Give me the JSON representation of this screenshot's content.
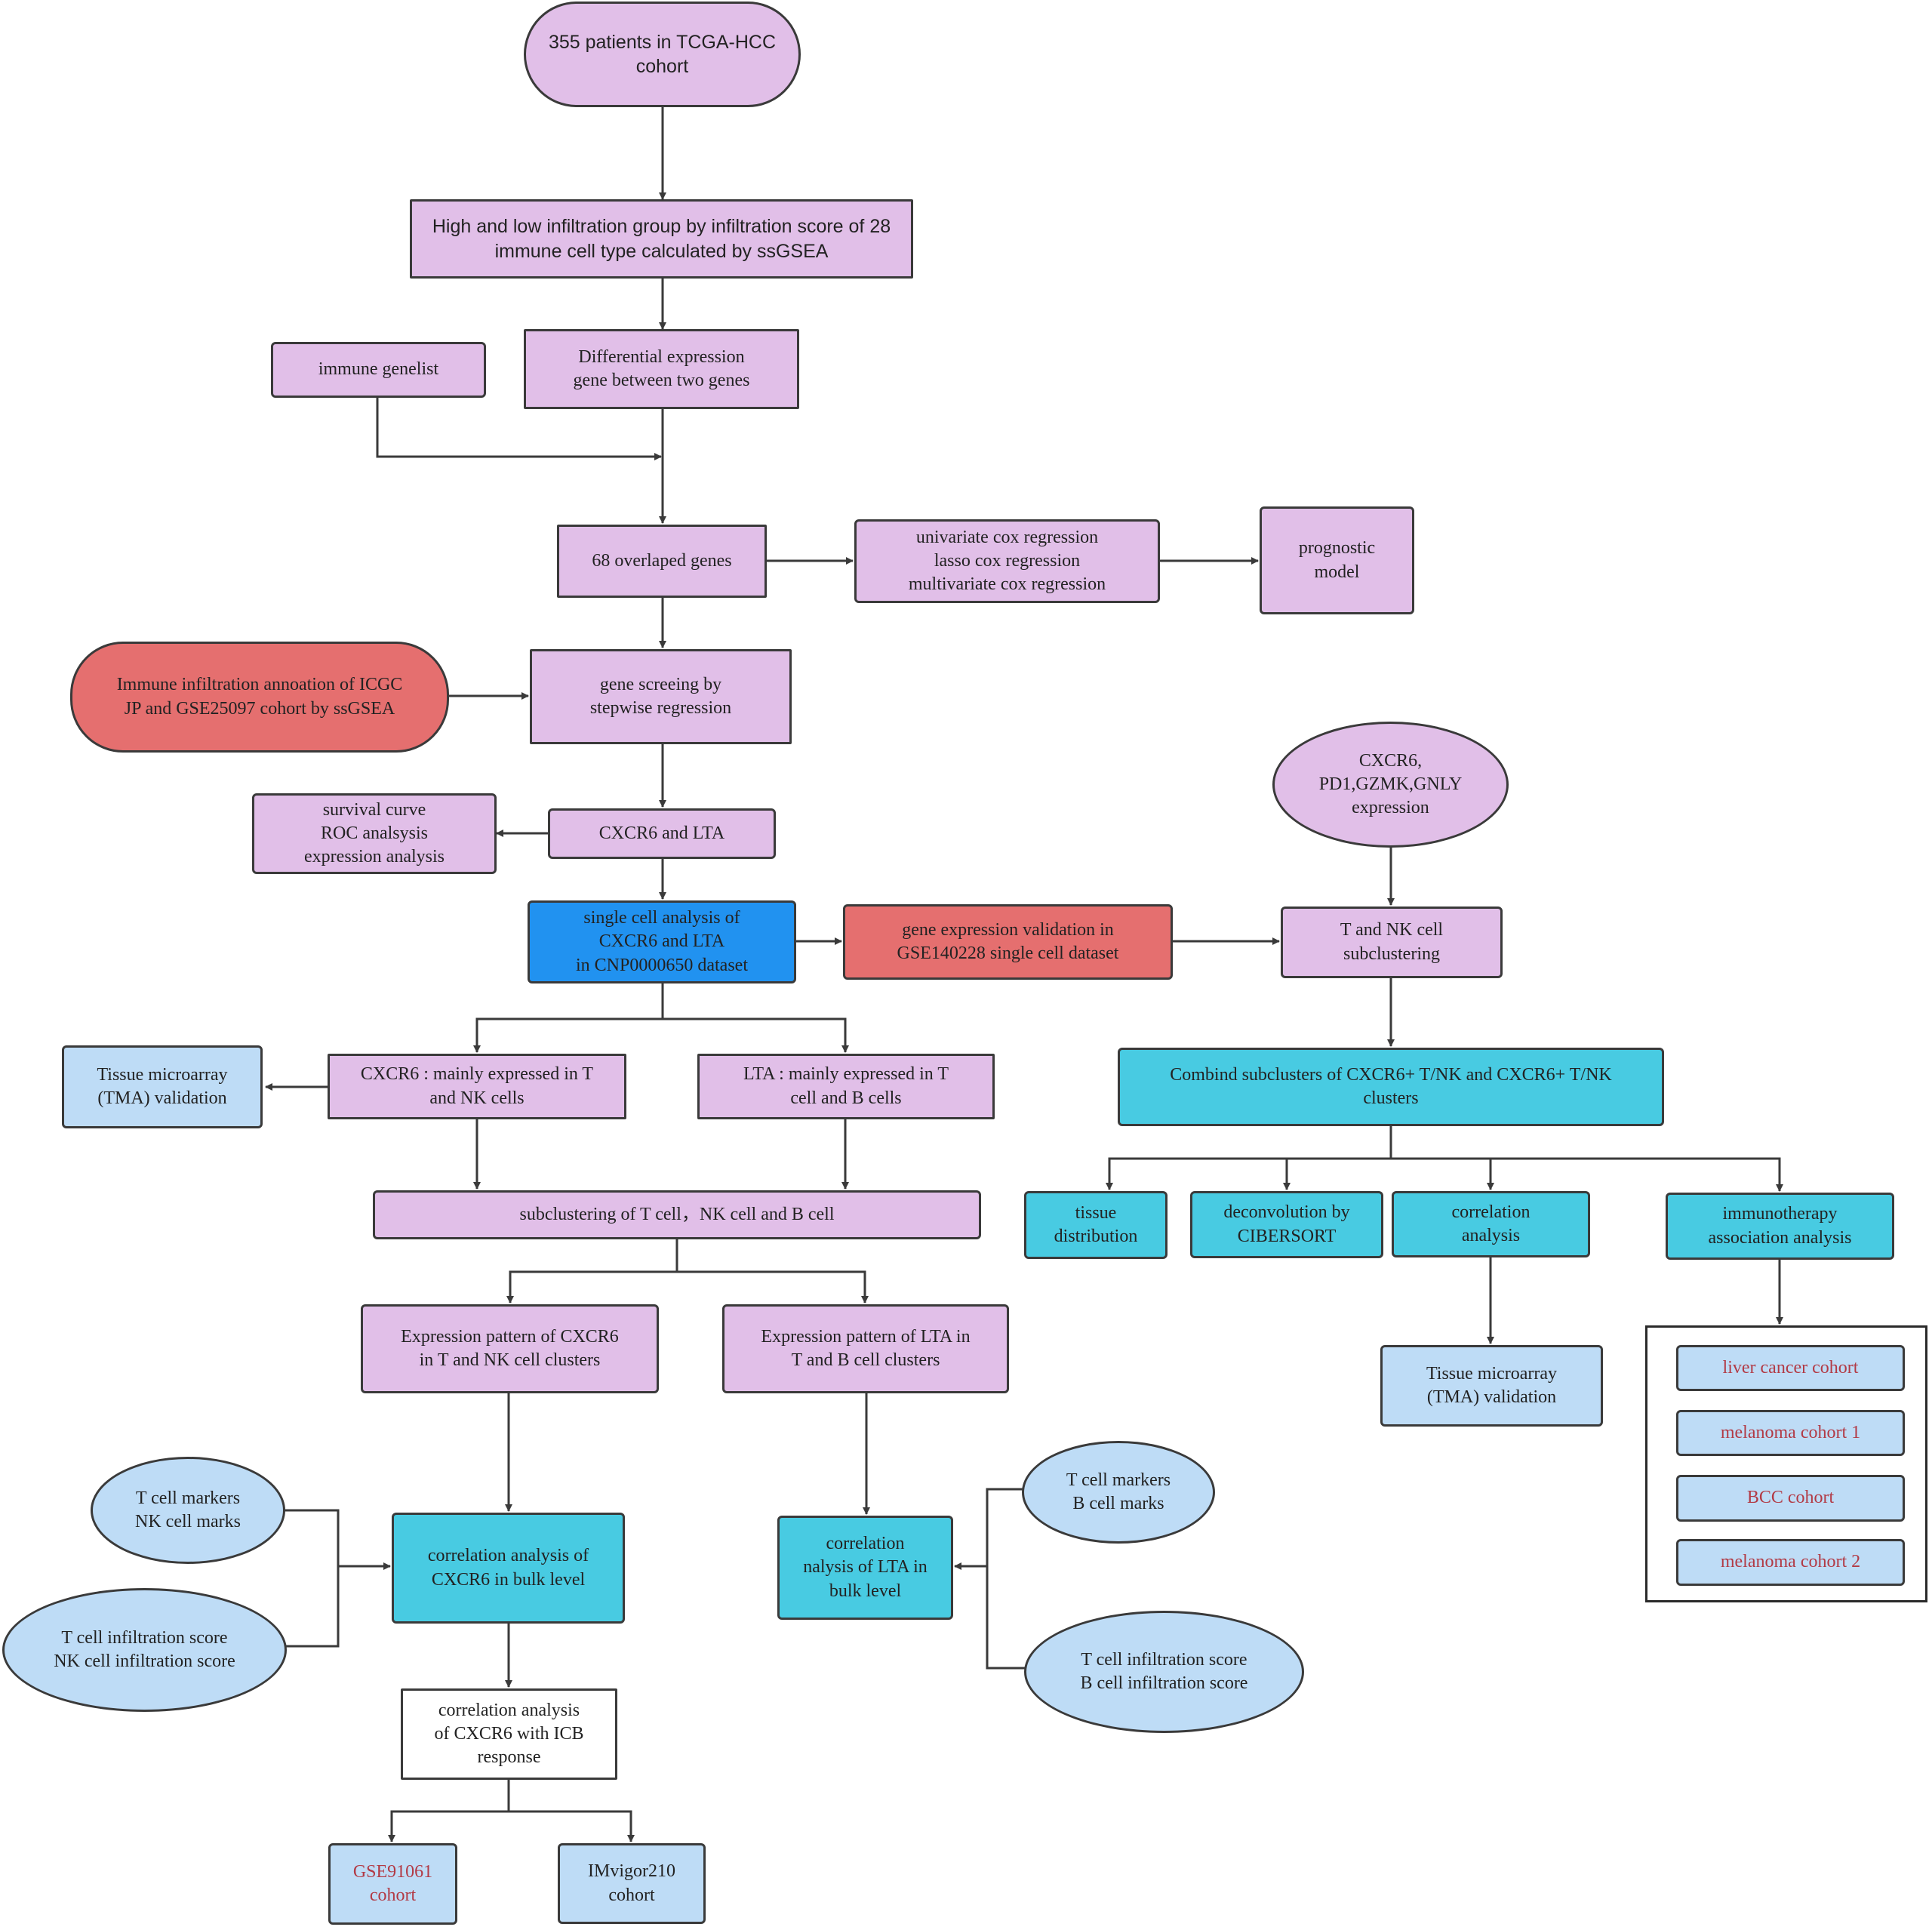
{
  "colors": {
    "pink": "#e1bfe8",
    "red": "#e56f6f",
    "blue": "#2192f0",
    "teal": "#48cbe2",
    "light_blue": "#bedcf6",
    "line": "#3a3a3a",
    "highlight_text": "#b23a45"
  },
  "nodes": {
    "n_tcga": "355 patients in TCGA-HCC\ncohort",
    "n_groups": "High and low infiltration group by infiltration score of 28\nimmune cell type calculated by ssGSEA",
    "n_genelist": "immune genelist",
    "n_deg": "Differential expression\ngene between two genes",
    "n_68": "68 overlaped genes",
    "n_cox": "univariate cox regression\nlasso cox regression\nmultivariate cox regression",
    "n_prog": "prognostic\nmodel",
    "n_icgc": "Immune infiltration annoation of ICGC\nJP and GSE25097 cohort by ssGSEA",
    "n_stepwise": "gene screeing by\nstepwise regression",
    "n_survival": "survival curve\nROC analsysis\nexpression analysis",
    "n_cxcr6lta": "CXCR6 and LTA",
    "n_single": "single cell analysis of\nCXCR6 and LTA\nin CNP0000650 dataset",
    "n_gse140228": "gene expression validation in\nGSE140228 single cell dataset",
    "n_markers_expr": "CXCR6,\nPD1,GZMK,GNLY\nexpression",
    "n_tnk_sub": "T and NK cell\nsubclustering",
    "n_tma1": "Tissue microarray\n(TMA) validation",
    "n_cxcr6_expr": "CXCR6 : mainly expressed in T\nand NK cells",
    "n_lta_expr": "LTA : mainly expressed in T\ncell and B cells",
    "n_combind": "Combind subclusters of CXCR6+ T/NK and CXCR6+ T/NK\nclusters",
    "n_subclustering": "subclustering of T cell，NK cell and B cell",
    "n_tissue": "tissue\ndistribution",
    "n_deconv": "deconvolution by\nCIBERSORT",
    "n_corr": "correlation\nanalysis",
    "n_immuno": "immunotherapy\nassociation analysis",
    "n_pattern_cxcr6": "Expression pattern of CXCR6\nin T and NK cell clusters",
    "n_pattern_lta": "Expression pattern of LTA in\nT and B cell clusters",
    "n_tma2": "Tissue microarray\n(TMA) validation",
    "n_liver": "liver cancer cohort",
    "n_mel1": "melanoma cohort 1",
    "n_bcc": "BCC cohort",
    "n_mel2": "melanoma cohort 2",
    "n_tnk_markers": "T cell markers\nNK cell marks",
    "n_corr_cxcr6": "correlation analysis of\nCXCR6 in bulk level",
    "n_corr_lta": "correlation\nnalysis of LTA in\nbulk level",
    "n_tb_markers": "T cell markers\nB cell marks",
    "n_tnk_score": "T cell infiltration score\nNK cell infiltration score",
    "n_tb_score": "T cell infiltration score\nB cell infiltration score",
    "n_icb": "correlation analysis\nof CXCR6 with ICB\nresponse",
    "n_gse91061": "GSE91061\ncohort",
    "n_imvigor": "IMvigor210\ncohort"
  }
}
